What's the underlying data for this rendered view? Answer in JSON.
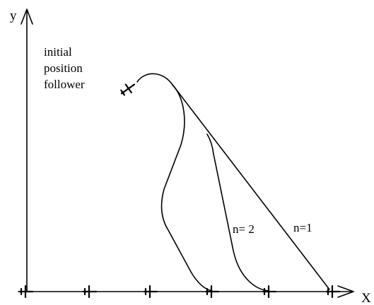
{
  "axes": {
    "x_label": "X",
    "y_label": "y"
  },
  "annotations": {
    "follower_line1": "initial",
    "follower_line2": "position",
    "follower_line3": "follower",
    "n2": "n= 2",
    "n1": "n=1"
  },
  "icons": {
    "follower": "airplane-icon",
    "leaders": "airplane-icon"
  },
  "leader_count": 6
}
